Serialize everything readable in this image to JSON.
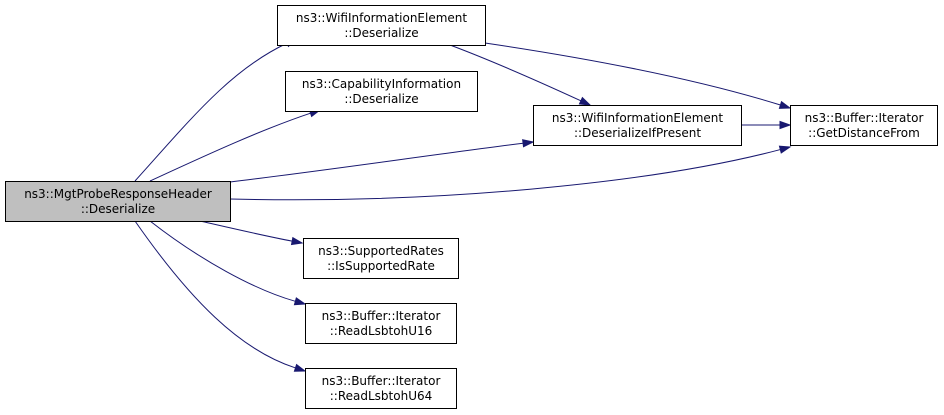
{
  "colors": {
    "edge": "#191970",
    "root_fill": "#bfbfbf",
    "node_fill": "#ffffff",
    "border": "#000000"
  },
  "nodes": [
    {
      "id": "root",
      "name": "ns3-mgt-probe-response-header-deserialize-node",
      "line1": "ns3::MgtProbeResponseHeader",
      "line2": "::Deserialize",
      "highlight": true
    },
    {
      "id": "wifi_deser",
      "name": "ns3-wifi-information-element-deserialize-node",
      "line1": "ns3::WifiInformationElement",
      "line2": "::Deserialize",
      "highlight": false
    },
    {
      "id": "cap_deser",
      "name": "ns3-capability-information-deserialize-node",
      "line1": "ns3::CapabilityInformation",
      "line2": "::Deserialize",
      "highlight": false
    },
    {
      "id": "wifi_deser_present",
      "name": "ns3-wifi-information-element-deserialize-if-present-node",
      "line1": "ns3::WifiInformationElement",
      "line2": "::DeserializeIfPresent",
      "highlight": false
    },
    {
      "id": "get_distance",
      "name": "ns3-buffer-iterator-get-distance-from-node",
      "line1": "ns3::Buffer::Iterator",
      "line2": "::GetDistanceFrom",
      "highlight": false
    },
    {
      "id": "supported_rate",
      "name": "ns3-supported-rates-is-supported-rate-node",
      "line1": "ns3::SupportedRates",
      "line2": "::IsSupportedRate",
      "highlight": false
    },
    {
      "id": "read_u16",
      "name": "ns3-buffer-iterator-read-lsbtoh-u16-node",
      "line1": "ns3::Buffer::Iterator",
      "line2": "::ReadLsbtohU16",
      "highlight": false
    },
    {
      "id": "read_u64",
      "name": "ns3-buffer-iterator-read-lsbtoh-u64-node",
      "line1": "ns3::Buffer::Iterator",
      "line2": "::ReadLsbtohU64",
      "highlight": false
    }
  ],
  "edges": [
    {
      "from": "root",
      "to": "wifi_deser"
    },
    {
      "from": "root",
      "to": "cap_deser"
    },
    {
      "from": "root",
      "to": "wifi_deser_present"
    },
    {
      "from": "root",
      "to": "get_distance"
    },
    {
      "from": "root",
      "to": "supported_rate"
    },
    {
      "from": "root",
      "to": "read_u16"
    },
    {
      "from": "root",
      "to": "read_u64"
    },
    {
      "from": "wifi_deser",
      "to": "wifi_deser_present"
    },
    {
      "from": "wifi_deser",
      "to": "get_distance"
    },
    {
      "from": "wifi_deser_present",
      "to": "get_distance"
    }
  ]
}
